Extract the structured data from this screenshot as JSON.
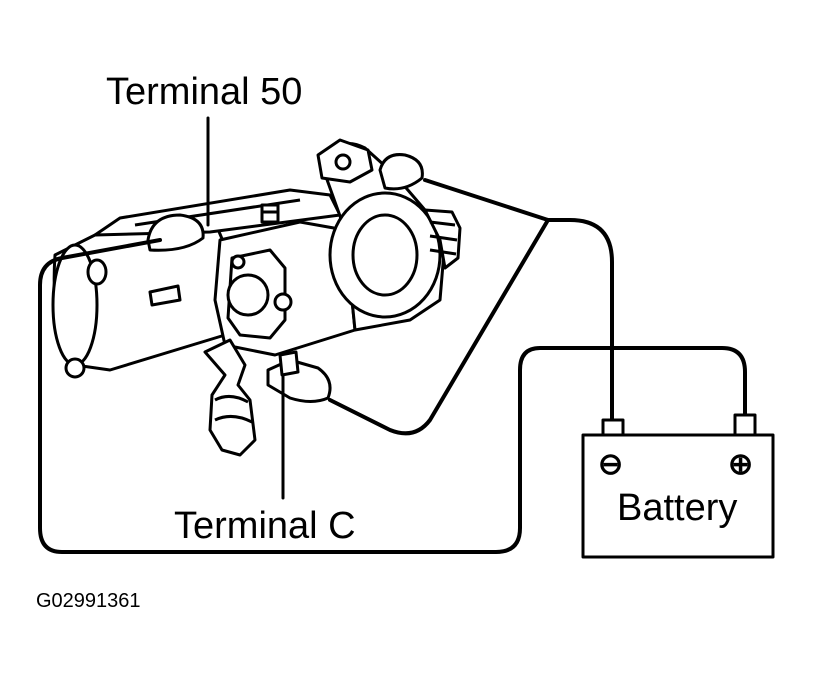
{
  "labels": {
    "terminal_50": "Terminal 50",
    "terminal_c": "Terminal C",
    "battery": "Battery",
    "negative_symbol": "⊖",
    "positive_symbol": "⊕",
    "figure_id": "G02991361"
  },
  "colors": {
    "line": "#000000",
    "background": "#ffffff"
  }
}
